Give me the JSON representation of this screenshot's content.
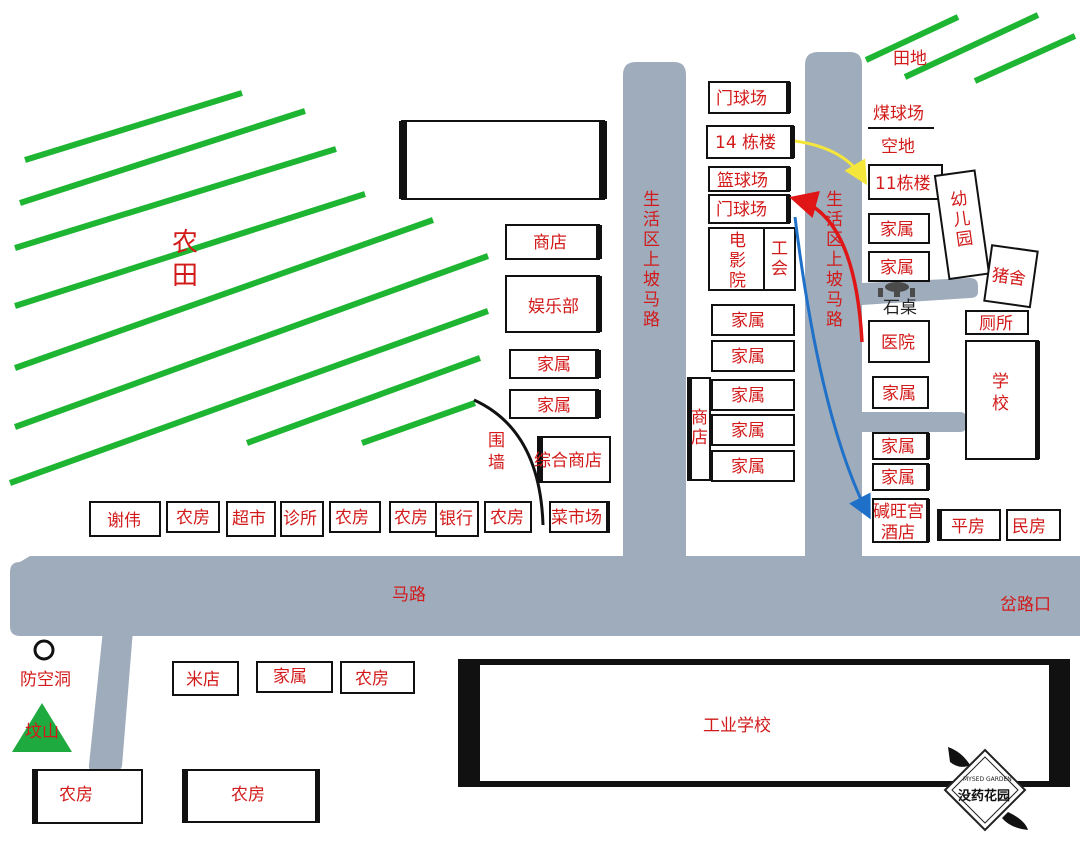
{
  "map": {
    "colors": {
      "road": "#9eacbb",
      "field_line": "#1eb532",
      "label": "#d21a1a",
      "mound": "#1faa3f",
      "arrow_yellow": "#f5e63b",
      "arrow_red": "#e01515",
      "arrow_blue": "#1f70c8"
    },
    "farmland": "农\n田",
    "field_label": "田地",
    "roads": {
      "main": "马路",
      "left_slope": "生活区上坡马路",
      "right_slope": "生活区上坡马路",
      "fork": "岔路口"
    },
    "places": {
      "shop_upper": "商店",
      "entertainment": "娱乐部",
      "family_1": "家属",
      "family_2": "家属",
      "fence": "围墙",
      "general_store": "综合商店",
      "gate_court_1": "门球场",
      "bldg_14": "14 栋楼",
      "basketball": "篮球场",
      "gate_court_2": "门球场",
      "cinema": "电影院",
      "union": "工会",
      "family_3": "家属",
      "family_4": "家属",
      "family_5": "家属",
      "family_6": "家属",
      "family_7": "家属",
      "shop_mid": "商店",
      "coal_court": "煤球场",
      "open_ground": "空地",
      "bldg_11": "11栋楼",
      "kindergarten": "幼儿园",
      "family_8": "家属",
      "family_9": "家属",
      "pigsty": "猪舍",
      "stone_table": "石桌",
      "toilet": "厕所",
      "hospital": "医院",
      "school": "学校",
      "family_10": "家属",
      "family_11": "家属",
      "family_12": "家属",
      "hotel": "碱旺宫酒店",
      "bungalow": "平房",
      "residence": "民房",
      "xiewei": "谢伟",
      "farmhouse_1": "农房",
      "supermarket": "超市",
      "clinic": "诊所",
      "farmhouse_2": "农房",
      "farmhouse_3": "农房",
      "bank": "银行",
      "farmhouse_4": "农房",
      "vegetable_market": "菜市场",
      "air_raid_shelter": "防空洞",
      "grave_mound": "坟山",
      "rice_shop": "米店",
      "family_13": "家属",
      "farmhouse_5": "农房",
      "farmhouse_6": "农房",
      "farmhouse_7": "农房",
      "industrial_school": "工业学校"
    },
    "logo": {
      "top_text": "MYSED GARDEN",
      "main_text": "没药花园"
    }
  }
}
